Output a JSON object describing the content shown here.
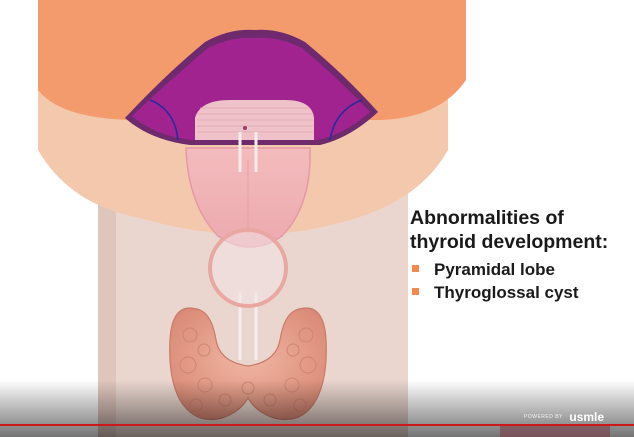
{
  "caption": {
    "heading_line1": "Abnormalities of",
    "heading_line2": "thyroid development:",
    "items": [
      {
        "label": "Pyramidal lobe"
      },
      {
        "label": "Thyroglossal cyst"
      }
    ]
  },
  "branding": {
    "powered_by": "POWERED BY",
    "logo": "usmle"
  },
  "colors": {
    "face": "#f39b6d",
    "skin": "#f5c4a5",
    "neck": "#ead8d0",
    "mouth": "#8b1e7c",
    "thyroid": "#e8a08a",
    "bullet": "#f08a52",
    "progress": "#cc1818"
  }
}
